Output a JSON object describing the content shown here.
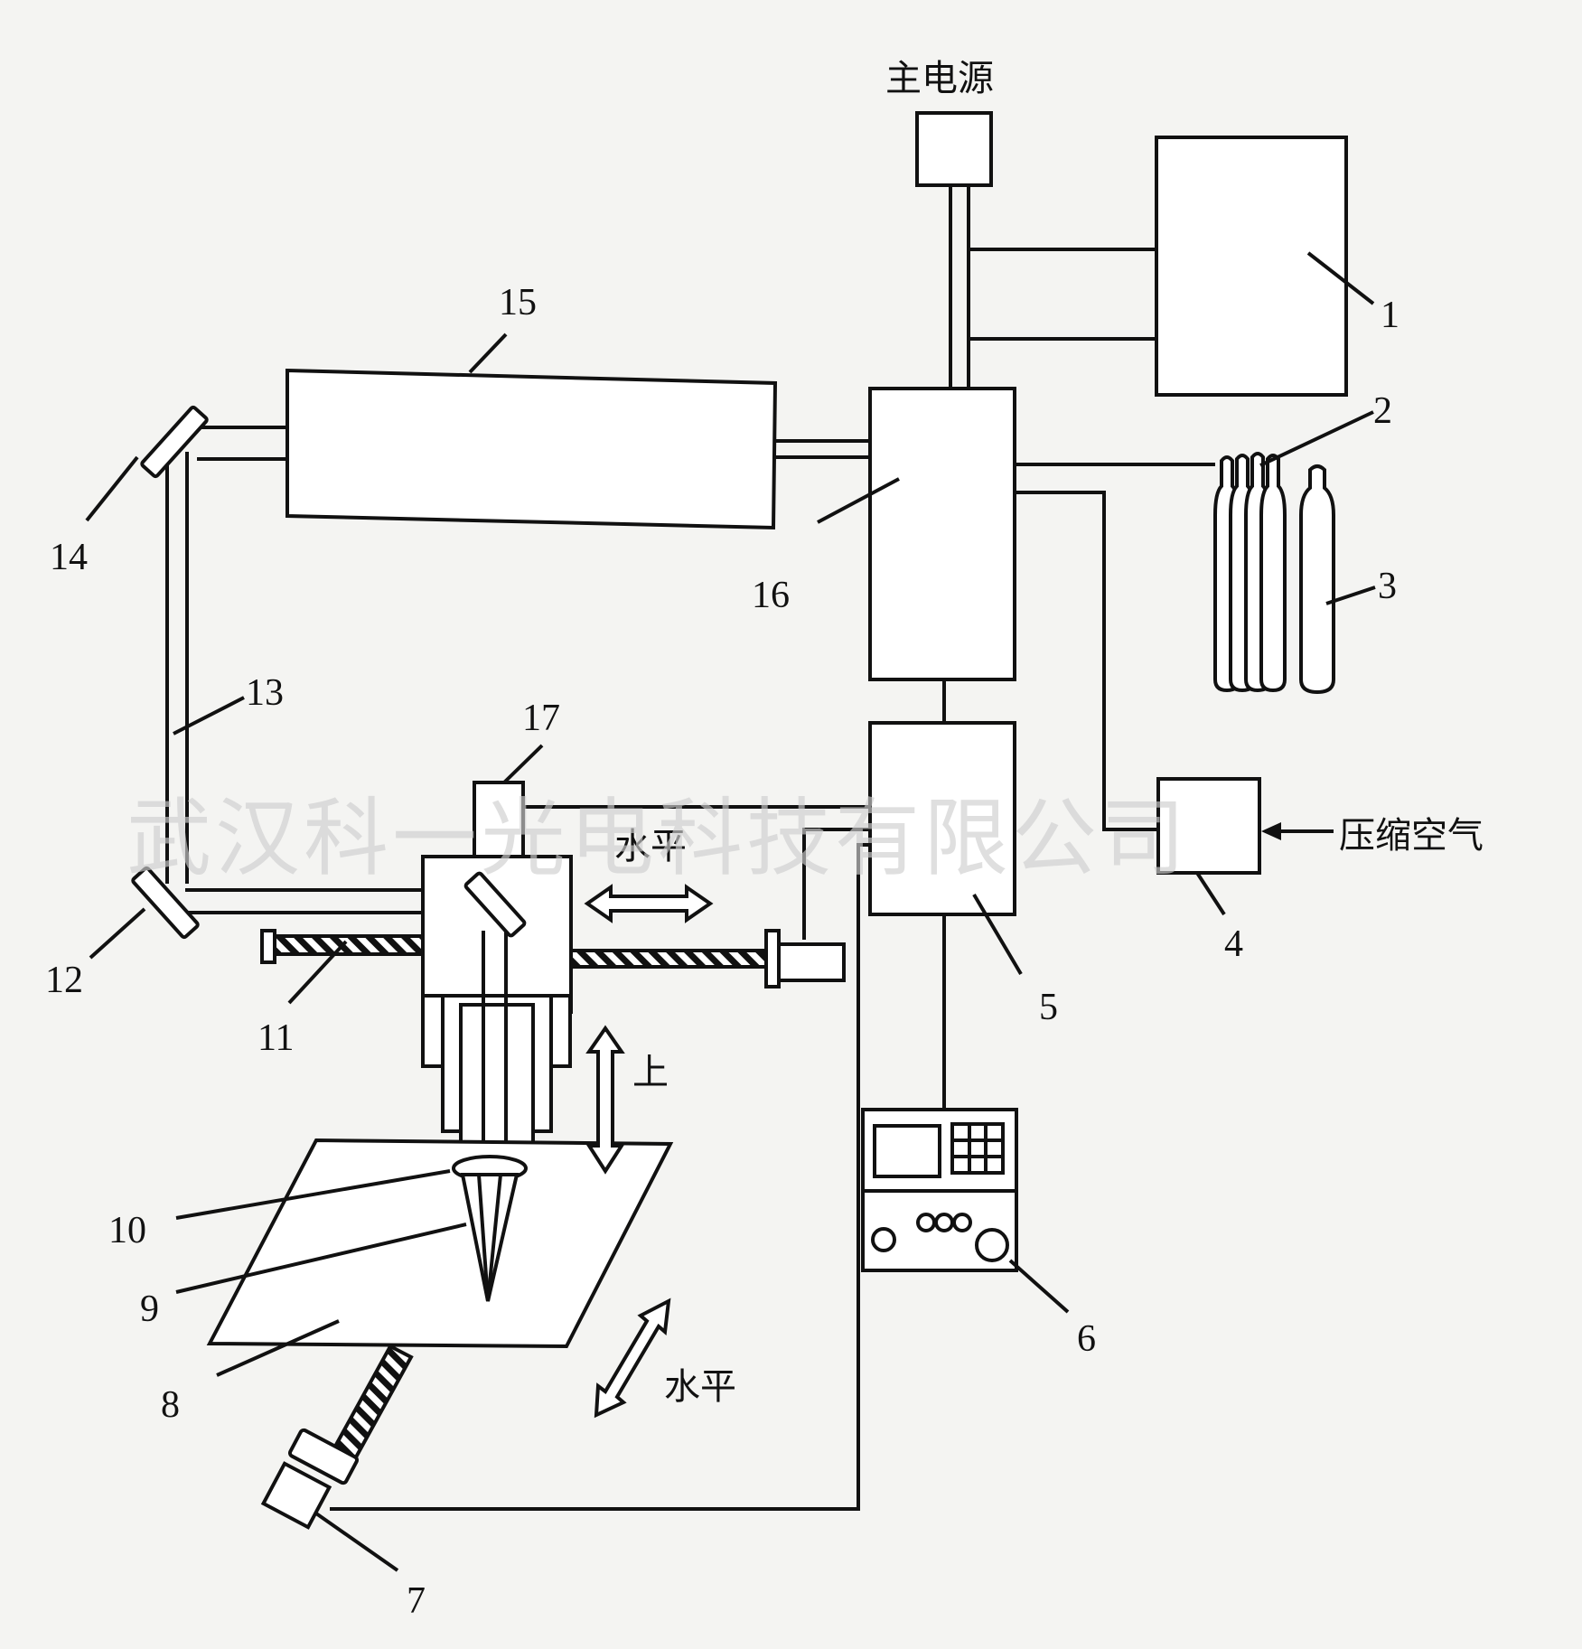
{
  "labels": {
    "main_power": "主电源",
    "compressed_air": "压缩空气",
    "horizontal_top": "水平",
    "horizontal_bottom": "水平",
    "up": "上",
    "watermark": "武汉科一光电科技有限公司"
  },
  "numbers": {
    "n1": "1",
    "n2": "2",
    "n3": "3",
    "n4": "4",
    "n5": "5",
    "n6": "6",
    "n7": "7",
    "n8": "8",
    "n9": "9",
    "n10": "10",
    "n11": "11",
    "n12": "12",
    "n13": "13",
    "n14": "14",
    "n15": "15",
    "n16": "16",
    "n17": "17"
  }
}
